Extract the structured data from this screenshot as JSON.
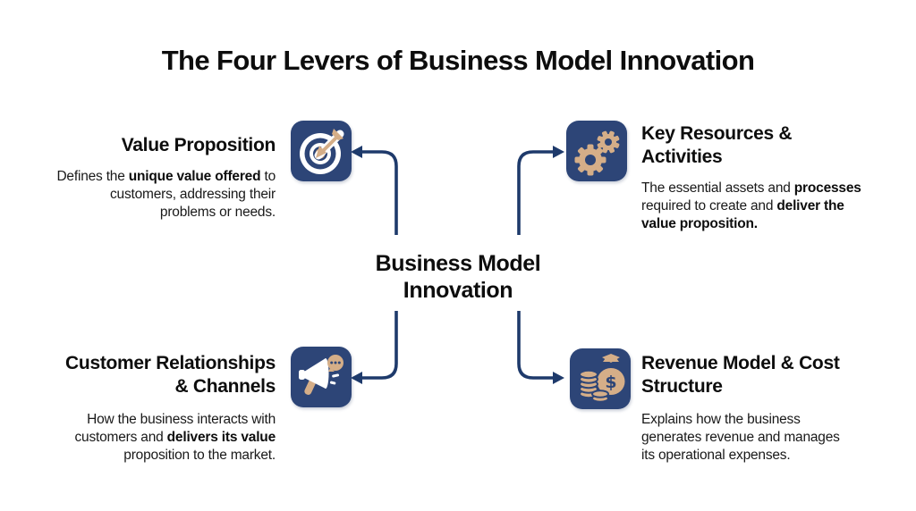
{
  "title": "The Four Levers of Business Model Innovation",
  "center": {
    "line1": "Business Model",
    "line2": "Innovation"
  },
  "colors": {
    "navy": "#2d4577",
    "line": "#1e3a6b",
    "tan": "#d5ae88",
    "ink": "#151515",
    "bg": "#ffffff"
  },
  "quadrants": [
    {
      "id": "value-proposition",
      "icon": "target-icon",
      "title": "Value Proposition",
      "body": [
        {
          "text": "Defines the ",
          "bold": false
        },
        {
          "text": "unique value offered",
          "bold": true
        },
        {
          "text": " to customers, addressing their problems or needs.",
          "bold": false
        }
      ]
    },
    {
      "id": "key-resources-activities",
      "icon": "gears-icon",
      "title": "Key Resources & Activities",
      "body": [
        {
          "text": "The essential assets and ",
          "bold": false
        },
        {
          "text": "processes",
          "bold": true
        },
        {
          "text": " required to create and ",
          "bold": false
        },
        {
          "text": "deliver the value proposition.",
          "bold": true
        }
      ]
    },
    {
      "id": "customer-relationships-channels",
      "icon": "megaphone-icon",
      "title": "Customer Relationships & Channels",
      "body": [
        {
          "text": "How the business interacts with customers and ",
          "bold": false
        },
        {
          "text": "delivers its value",
          "bold": true
        },
        {
          "text": " proposition to the market.",
          "bold": false
        }
      ]
    },
    {
      "id": "revenue-model-cost-structure",
      "icon": "money-bag-icon",
      "title": "Revenue Model & Cost Structure",
      "body": [
        {
          "text": "Explains how the business generates revenue and manages its operational expenses.",
          "bold": false
        }
      ]
    }
  ]
}
